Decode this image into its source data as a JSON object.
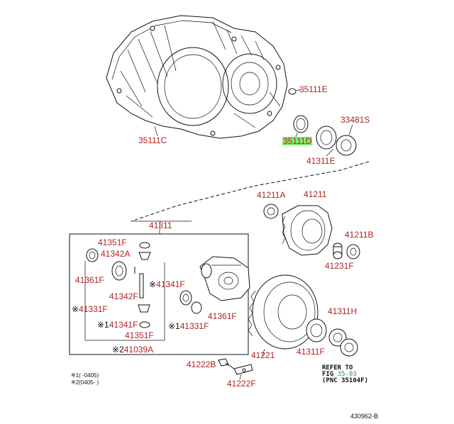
{
  "parts": {
    "35111E_top": "35111E",
    "35111C": "35111C",
    "35111D": "35111D",
    "41311E": "41311E",
    "33481S": "33481S",
    "41211A": "41211A",
    "41211": "41211",
    "41211B": "41211B",
    "41231F": "41231F",
    "41311": "41311",
    "41351F_top": "41351F",
    "41342A": "41342A",
    "41361F_left": "41361F",
    "41341F_right": "41341F",
    "41342F": "41342F",
    "41331F_left": "41331F",
    "41341F_bottom": "41341F",
    "41351F_bottom": "41351F",
    "41331F_right": "41331F",
    "41361F_right": "41361F",
    "41039A": "41039A",
    "41311H": "41311H",
    "41311F": "41311F",
    "41221": "41221",
    "41222B": "41222B",
    "41222F": "41222F"
  },
  "marks": {
    "x": "※",
    "x1": "※1",
    "x2": "※2"
  },
  "notes": {
    "note1": "※1(      -0405)",
    "note2": "※2(0405-      )"
  },
  "refer": {
    "line1": "REFER TO",
    "line2_prefix": "FIG ",
    "line2_fig": "35-03",
    "line3": "(PNC 35104F)"
  },
  "diagram_code": "430962-B",
  "colors": {
    "label": "#b22222",
    "highlight": "#7cf06a",
    "fig_link": "#2e8b57"
  }
}
